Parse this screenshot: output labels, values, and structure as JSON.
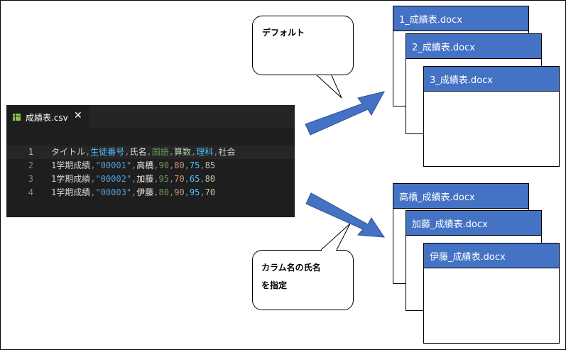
{
  "editor": {
    "tab_label": "成績表.csv",
    "close_glyph": "✕",
    "lines": [
      {
        "num": "1",
        "tokens": [
          {
            "t": "タイトル",
            "c": "c-text"
          },
          {
            "t": ",",
            "c": "c-sep"
          },
          {
            "t": "生徒番号",
            "c": "c-blue"
          },
          {
            "t": ",",
            "c": "c-sep"
          },
          {
            "t": "氏名",
            "c": "c-white"
          },
          {
            "t": ",",
            "c": "c-sep"
          },
          {
            "t": "国語",
            "c": "c-green"
          },
          {
            "t": ",",
            "c": "c-sep"
          },
          {
            "t": "算数",
            "c": "c-lime"
          },
          {
            "t": ",",
            "c": "c-sep"
          },
          {
            "t": "理科",
            "c": "c-blue"
          },
          {
            "t": ",",
            "c": "c-sep"
          },
          {
            "t": "社会",
            "c": "c-text"
          }
        ]
      },
      {
        "num": "2",
        "tokens": [
          {
            "t": "1学期成績",
            "c": "c-text"
          },
          {
            "t": ",",
            "c": "c-sep"
          },
          {
            "t": "\"00001\"",
            "c": "c-str"
          },
          {
            "t": ",",
            "c": "c-sep"
          },
          {
            "t": "高橋",
            "c": "c-white"
          },
          {
            "t": ",",
            "c": "c-sep"
          },
          {
            "t": "90",
            "c": "c-green"
          },
          {
            "t": ",",
            "c": "c-sep"
          },
          {
            "t": "80",
            "c": "c-orange"
          },
          {
            "t": ",",
            "c": "c-sep"
          },
          {
            "t": "75",
            "c": "c-blue"
          },
          {
            "t": ",",
            "c": "c-sep"
          },
          {
            "t": "85",
            "c": "c-lime"
          }
        ]
      },
      {
        "num": "3",
        "tokens": [
          {
            "t": "1学期成績",
            "c": "c-text"
          },
          {
            "t": ",",
            "c": "c-sep"
          },
          {
            "t": "\"00002\"",
            "c": "c-str"
          },
          {
            "t": ",",
            "c": "c-sep"
          },
          {
            "t": "加藤",
            "c": "c-white"
          },
          {
            "t": ",",
            "c": "c-sep"
          },
          {
            "t": "95",
            "c": "c-green"
          },
          {
            "t": ",",
            "c": "c-sep"
          },
          {
            "t": "70",
            "c": "c-orange"
          },
          {
            "t": ",",
            "c": "c-sep"
          },
          {
            "t": "65",
            "c": "c-blue"
          },
          {
            "t": ",",
            "c": "c-sep"
          },
          {
            "t": "80",
            "c": "c-lime"
          }
        ]
      },
      {
        "num": "4",
        "tokens": [
          {
            "t": "1学期成績",
            "c": "c-text"
          },
          {
            "t": ",",
            "c": "c-sep"
          },
          {
            "t": "\"00003\"",
            "c": "c-str"
          },
          {
            "t": ",",
            "c": "c-sep"
          },
          {
            "t": "伊藤",
            "c": "c-white"
          },
          {
            "t": ",",
            "c": "c-sep"
          },
          {
            "t": "80",
            "c": "c-green"
          },
          {
            "t": ",",
            "c": "c-sep"
          },
          {
            "t": "90",
            "c": "c-orange"
          },
          {
            "t": ",",
            "c": "c-sep"
          },
          {
            "t": "95",
            "c": "c-blue"
          },
          {
            "t": ",",
            "c": "c-sep"
          },
          {
            "t": "70",
            "c": "c-lime"
          }
        ]
      }
    ]
  },
  "bubbles": {
    "default_label": "デフォルト",
    "column_label_line1": "カラム名の氏名",
    "column_label_line2": "を指定"
  },
  "docs_default": [
    "1_成績表.docx",
    "2_成績表.docx",
    "3_成績表.docx"
  ],
  "docs_named": [
    "高橋_成績表.docx",
    "加藤_成績表.docx",
    "伊藤_成績表.docx"
  ],
  "colors": {
    "doc_header": "#4472c4",
    "arrow": "#4472c4",
    "editor_bg": "#1e1e1e"
  }
}
